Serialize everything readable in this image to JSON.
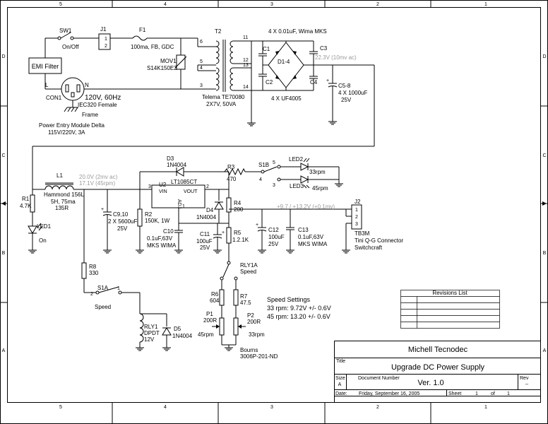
{
  "border": {
    "columns": [
      "5",
      "4",
      "3",
      "2",
      "1"
    ],
    "rows": [
      "D",
      "C",
      "B",
      "A"
    ]
  },
  "input": {
    "emi_filter": "EMI Filter",
    "sw1_ref": "SW1",
    "sw1_value": "On/Off",
    "j1_ref": "J1",
    "j1_pin1": "1",
    "j1_pin2": "2",
    "f1_ref": "F1",
    "f1_value": "100ma, FB, GDC",
    "mov1_ref": "MOV1",
    "mov1_value": "S14K150E2",
    "t2_ref": "T2",
    "t2_value1": "Telema TE70080",
    "t2_value2": "2X7V, 50VA",
    "t2_pins": [
      "6",
      "5",
      "4",
      "3",
      "11",
      "12",
      "13",
      "14"
    ],
    "con1_ref": "CON1",
    "con1_value1": "120V, 60Hz",
    "con1_value2": "IEC320 Female",
    "con_l": "L",
    "con_n": "N",
    "frame_label": "Frame",
    "module_name1": "Power Entry Module Delta",
    "module_name2": "115V/220V, 3A"
  },
  "bridge": {
    "caps_label": "4 X 0.01uF, Wima MKS",
    "c_refs": [
      "C1",
      "C2",
      "C3",
      "C4"
    ],
    "diode_ref": "D1-4",
    "diodes_label": "4 X UF4005",
    "voltage": "22.3V (10mv ac)",
    "c58_ref": "C5-8",
    "c58_value1": "4 X 1000uF",
    "c58_value2": "25V"
  },
  "regulator": {
    "l1_ref": "L1",
    "l1_value1": "Hammond 156L",
    "l1_value2": "5H, 75ma",
    "l1_value3": "135R",
    "vin_note1": "20.0V (2mv ac)",
    "vin_note2": "17.1V (45rpm)",
    "c910_ref": "C9,10",
    "c910_value1": "2 X 5600uF",
    "c910_value2": "25V",
    "u2_ref": "U2",
    "u2_value": "LT1085CT",
    "vin": "VIN",
    "vout": "VOUT",
    "adj": "ADJ",
    "pin3": "3",
    "pin2": "2",
    "pin1": "1",
    "d3_ref": "D3",
    "d3_value": "1N4004",
    "d4_ref": "D4",
    "d4_value": "1N4004",
    "r1_ref": "R1",
    "r1_value": "4.7K",
    "led1_ref": "LED1",
    "led1_label": "On",
    "r2_ref": "R2",
    "r2_value": "150K, 1W",
    "c10_ref": "C10",
    "c10_value1": "0.1uF,63V",
    "c10_value2": "MKS WIMA",
    "c11_ref": "C11",
    "c11_value1": "100uF",
    "c11_value2": "25V",
    "r3_ref": "R3",
    "r3_value": "470",
    "r4_ref": "R4",
    "r4_value": "200",
    "r5_ref": "R5",
    "r5_value": "1.2.1K",
    "c12_ref": "C12",
    "c12_value1": "100uF",
    "c12_value2": "25V",
    "c13_ref": "C13",
    "c13_value1": "0.1uF,63V",
    "c13_value2": "MKS WIMA",
    "out_note": "+9.7 / +13.2V (+0.1mv)"
  },
  "outputs": {
    "s1b_ref": "S1B",
    "s1b_pin5": "5",
    "s1b_pin4": "4",
    "s1b_pin3": "3",
    "led2_ref": "LED2",
    "led2_label": "33rpm",
    "led3_ref": "LED3",
    "led3_label": "45rpm",
    "j2_ref": "J2",
    "j2_pins": [
      "1",
      "2",
      "3"
    ],
    "j2_value1": "TB3M",
    "j2_value2": "Tini Q-G Connector",
    "j2_value3": "Switchcraft"
  },
  "speed": {
    "r8_ref": "R8",
    "r8_value": "330",
    "s1a_ref": "S1A",
    "s1a_pin2": "2",
    "s1a_pin1": "1",
    "s1a_label": "Speed",
    "rly1_ref": "RLY1",
    "rly1_value1": "DPDT",
    "rly1_value2": "12V",
    "d5_ref": "D5",
    "d5_value": "1N4004",
    "rly1a_ref": "RLY1A",
    "rly1a_label": "Speed",
    "r6_ref": "R6",
    "r6_value": "604",
    "r7_ref": "R7",
    "r7_value": "47.5",
    "p1_ref": "P1",
    "p1_value": "200R",
    "p2_ref": "P2",
    "p2_value": "200R",
    "p1_label": "45rpm",
    "p2_label": "33rpm",
    "pots_value1": "Bourns",
    "pots_value2": "3006P-201-ND",
    "settings_title": "Speed Settings",
    "settings_33": "33 rpm: 9.72V +/- 0.6V",
    "settings_45": "45 rpm: 13.20 +/- 0.6V"
  },
  "revisions": {
    "title": "Revisions List"
  },
  "title_block": {
    "company": "Michell Tecnodec",
    "title_label": "Title",
    "title": "Upgrade DC Power Supply",
    "size_label": "Size",
    "size_value": "A",
    "docnum_label": "Document Number",
    "docnum_value": "Ver. 1.0",
    "rev_label": "Rev",
    "rev_value": "--",
    "date_label": "Date:",
    "date_value": "Friday, September 16, 2005",
    "sheet_label": "Sheet",
    "sheet_value": "1",
    "of_label": "of",
    "of_value": "1"
  }
}
